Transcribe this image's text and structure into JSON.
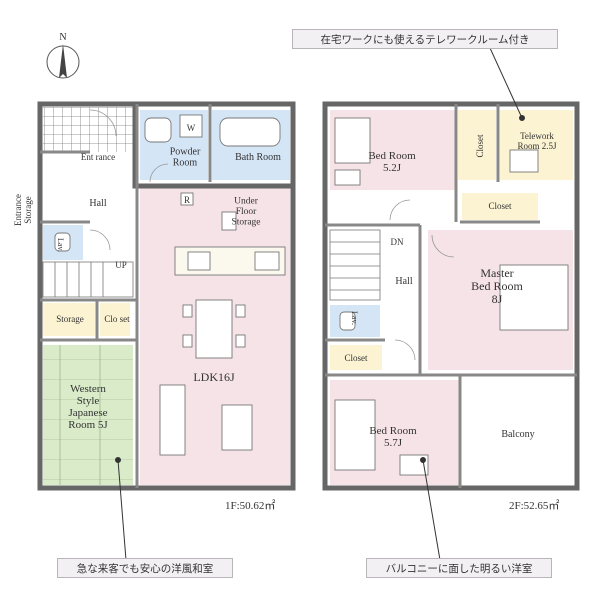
{
  "compass": {
    "north": "N"
  },
  "callouts": {
    "telework": "在宅ワークにも使えるテレワークルーム付き",
    "japanese": "急な来客でも安心の洋風和室",
    "balcony": "バルコニーに面した明るい洋室"
  },
  "floor1": {
    "area": "1F:50.62㎡",
    "rooms": {
      "entrance": "Ent rance",
      "entrance_storage": "Entrance Storage",
      "hall": "Hall",
      "lav": "Lav.",
      "up": "UP",
      "storage": "Storage",
      "closet": "Clo set",
      "western": "Western Style Japanese Room 5J",
      "powder": "Powder Room",
      "bath": "Bath Room",
      "w": "W",
      "r": "R",
      "under_floor": "Under Floor Storage",
      "ldk": "LDK16J"
    }
  },
  "floor2": {
    "area": "2F:52.65㎡",
    "rooms": {
      "bed1": "Bed Room 5.2J",
      "closet1": "Closet",
      "telework": "Telework Room 2.5J",
      "closet2": "Closet",
      "dn": "DN",
      "hall": "Hall",
      "lav": "Lav.",
      "master": "Master Bed Room 8J",
      "closet3": "Closet",
      "bed2": "Bed Room 5.7J",
      "balcony": "Balcony"
    }
  }
}
